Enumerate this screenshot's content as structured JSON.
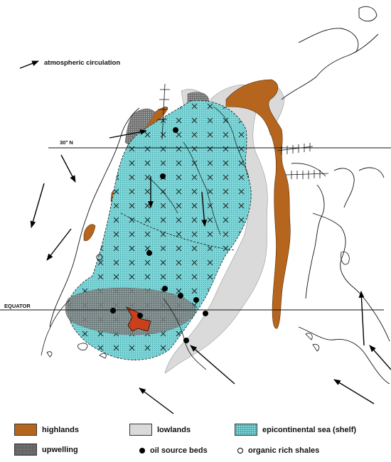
{
  "map": {
    "legend_arrow_label": "atmospheric circulation",
    "latitude_30_label": "30° N",
    "equator_label": "EQUATOR"
  },
  "legend": {
    "highlands": "highlands",
    "lowlands": "lowlands",
    "epicontinental_sea": "epicontinental sea (shelf)",
    "upwelling": "upwelling",
    "oil_source_beds": "oil source beds",
    "organic_rich_shales": "organic rich shales"
  },
  "colors": {
    "highlands": "#b5651d",
    "lowlands": "#dadada",
    "epicontinental_sea": "#7ed6d8",
    "upwelling": "#8c8c8c",
    "oil_basin": "#c8401c"
  }
}
